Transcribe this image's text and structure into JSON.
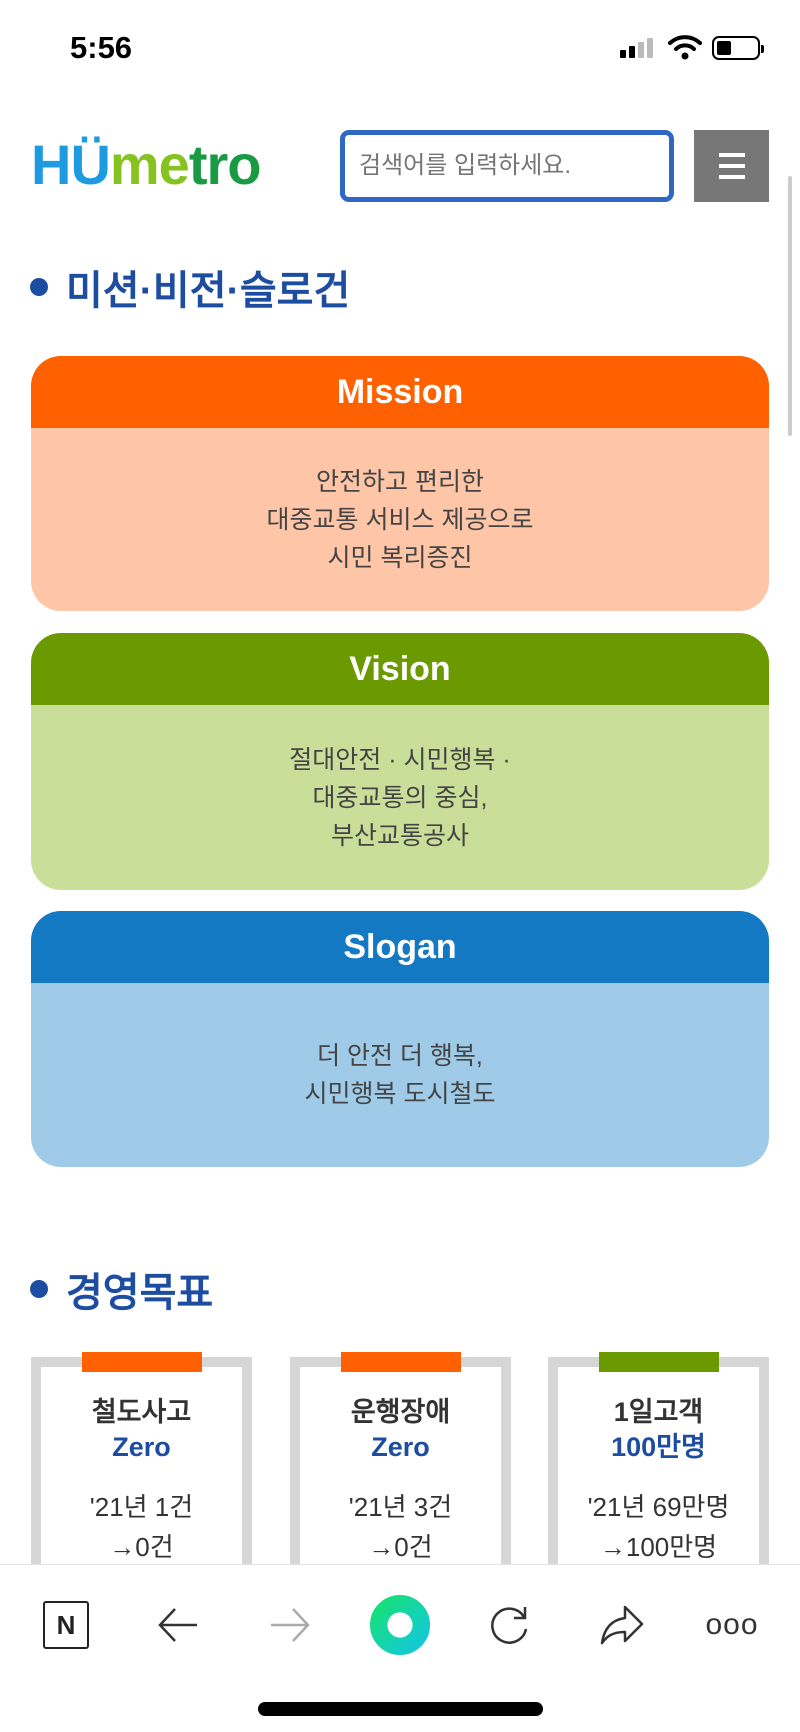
{
  "status": {
    "time": "5:56"
  },
  "header": {
    "logo": "HÜmetro",
    "search_placeholder": "검색어를 입력하세요."
  },
  "section1": {
    "title": "미션·비전·슬로건",
    "boxes": [
      {
        "label": "Mission",
        "lines": [
          "안전하고 편리한",
          "대중교통 서비스 제공으로",
          "시민 복리증진"
        ],
        "band": "#ff6100",
        "bg": "#fec5a6"
      },
      {
        "label": "Vision",
        "lines": [
          "절대안전 · 시민행복 ·",
          "대중교통의 중심,",
          "부산교통공사"
        ],
        "band": "#6b9a00",
        "bg": "#c9df99"
      },
      {
        "label": "Slogan",
        "lines": [
          "더 안전 더 행복,",
          "시민행복 도시철도"
        ],
        "band": "#1479c3",
        "bg": "#a0cbe8"
      }
    ]
  },
  "section2": {
    "title": "경영목표",
    "cards": [
      {
        "title": "철도사고",
        "value": "Zero",
        "line1": "'21년 1건",
        "line2": "→0건",
        "accent": "#ff6100"
      },
      {
        "title": "운행장애",
        "value": "Zero",
        "line1": "'21년 3건",
        "line2": "→0건",
        "accent": "#ff6100"
      },
      {
        "title": "1일고객",
        "value": "100만명",
        "line1": "'21년 69만명",
        "line2": "→100만명",
        "accent": "#6b9a00"
      }
    ]
  },
  "bottom": {
    "n_label": "N",
    "more": "ooo"
  }
}
